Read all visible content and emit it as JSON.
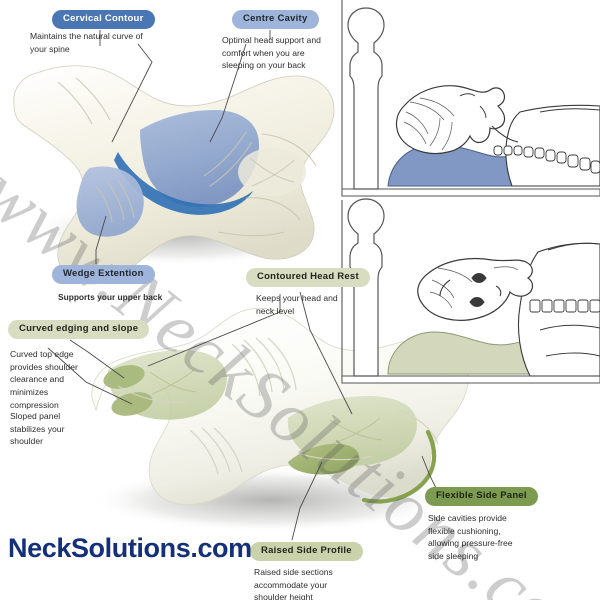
{
  "brand": {
    "logo_text": "NeckSolutions.com",
    "logo_color": "#15307a",
    "watermark_text": "www.NeckSolutions.com"
  },
  "palette": {
    "badge_blue_dark": "#4a77b4",
    "badge_blue_light": "#9fb4da",
    "badge_sage_pale": "#d8dcc0",
    "badge_sage_mid": "#c9d2aa",
    "badge_green_dark": "#7c9a50",
    "pillow_top_body": "#f4f2e6",
    "pillow_top_accent": "#8fa6ce",
    "pillow_top_accent_deep": "#2f6fb5",
    "pillow_bottom_body": "#fbfbf8",
    "pillow_bottom_accent": "#9fb073",
    "pillow_bottom_accent_pale": "#cdd5b2",
    "scene_pillow_blue": "#8197c4",
    "scene_pillow_green": "#d3d8bc",
    "line_ink": "#3a3a3a"
  },
  "callouts": [
    {
      "id": "cervical-contour",
      "badge": "Cervical Contour",
      "style": "blue-dark",
      "caption": "Maintains the natural curve of your spine",
      "caption_bold": false
    },
    {
      "id": "centre-cavity",
      "badge": "Centre Cavity",
      "style": "blue-light",
      "caption": "Optimal head support and comfort when you are sleeping on your back",
      "caption_bold": false
    },
    {
      "id": "wedge-extention",
      "badge": "Wedge Extention",
      "style": "blue-light",
      "caption": "Supports your upper back",
      "caption_bold": true
    },
    {
      "id": "contoured-head-rest",
      "badge": "Contoured Head Rest",
      "style": "sage-pale",
      "caption": "Keeps your head and neck level",
      "caption_bold": false
    },
    {
      "id": "curved-edging-and-slope",
      "badge": "Curved edging and slope",
      "style": "sage-pale",
      "caption": "Curved top edge provides shoulder clearance and minimizes compression",
      "caption_bold": false,
      "caption2": "Sloped panel stabilizes your shoulder"
    },
    {
      "id": "flexible-side-panel",
      "badge": "Flexible Side Panel",
      "style": "green-dark",
      "caption": "Side cavities provide flexible cushioning, allowing pressure-free side sleeping",
      "caption_bold": false
    },
    {
      "id": "raised-side-profile",
      "badge": "Raised Side Profile",
      "style": "sage-mid",
      "caption": "Raised side sections accommodate your shoulder height",
      "caption_bold": false
    }
  ],
  "scenes": [
    {
      "id": "back-sleeping-scene",
      "description": "Person lying on back on contoured pillow beside bedpost",
      "pillow_color": "#8197c4"
    },
    {
      "id": "side-sleeping-scene",
      "description": "Person lying on contoured pillow beside bedpost",
      "pillow_color": "#d3d8bc"
    }
  ],
  "products": [
    {
      "id": "pillow-top",
      "description": "Contoured memory foam pillow, top view, blue highlighted zones"
    },
    {
      "id": "pillow-bottom",
      "description": "Contoured memory foam pillow, angled view, green highlighted zones"
    }
  ]
}
